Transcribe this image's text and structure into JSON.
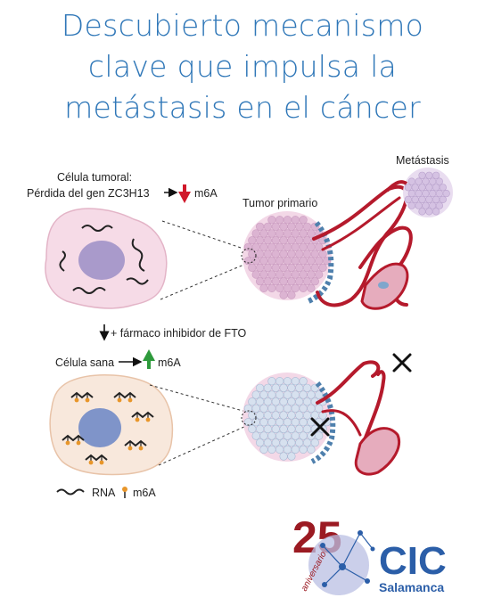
{
  "headline": {
    "line1": "Descubierto mecanismo",
    "line2": "clave que impulsa la",
    "line3": "metástasis en el cáncer"
  },
  "labels": {
    "tumor_cell_line1": "Célula tumoral:",
    "tumor_cell_line2": "Pérdida del gen ZC3H13",
    "m6a_down": "m6A",
    "primary_tumor": "Tumor primario",
    "metastasis": "Metástasis",
    "drug": "+ fármaco inhibidor de FTO",
    "healthy_cell": "Célula sana",
    "m6a_up": "m6A",
    "legend_rna": "RNA",
    "legend_m6a": "m6A"
  },
  "logo": {
    "number": "25",
    "anniversary": "aniversario",
    "name": "CIC",
    "city": "Salamanca"
  },
  "colors": {
    "title": "#2f77b8",
    "vessel": "#b51a2c",
    "down_arrow": "#d0182a",
    "up_arrow": "#2e9a3c",
    "cell_tumor": "#f6dbe7",
    "cell_healthy": "#f8e8dc",
    "logo_red": "#9b1a22",
    "logo_blue": "#2b5ea8"
  }
}
